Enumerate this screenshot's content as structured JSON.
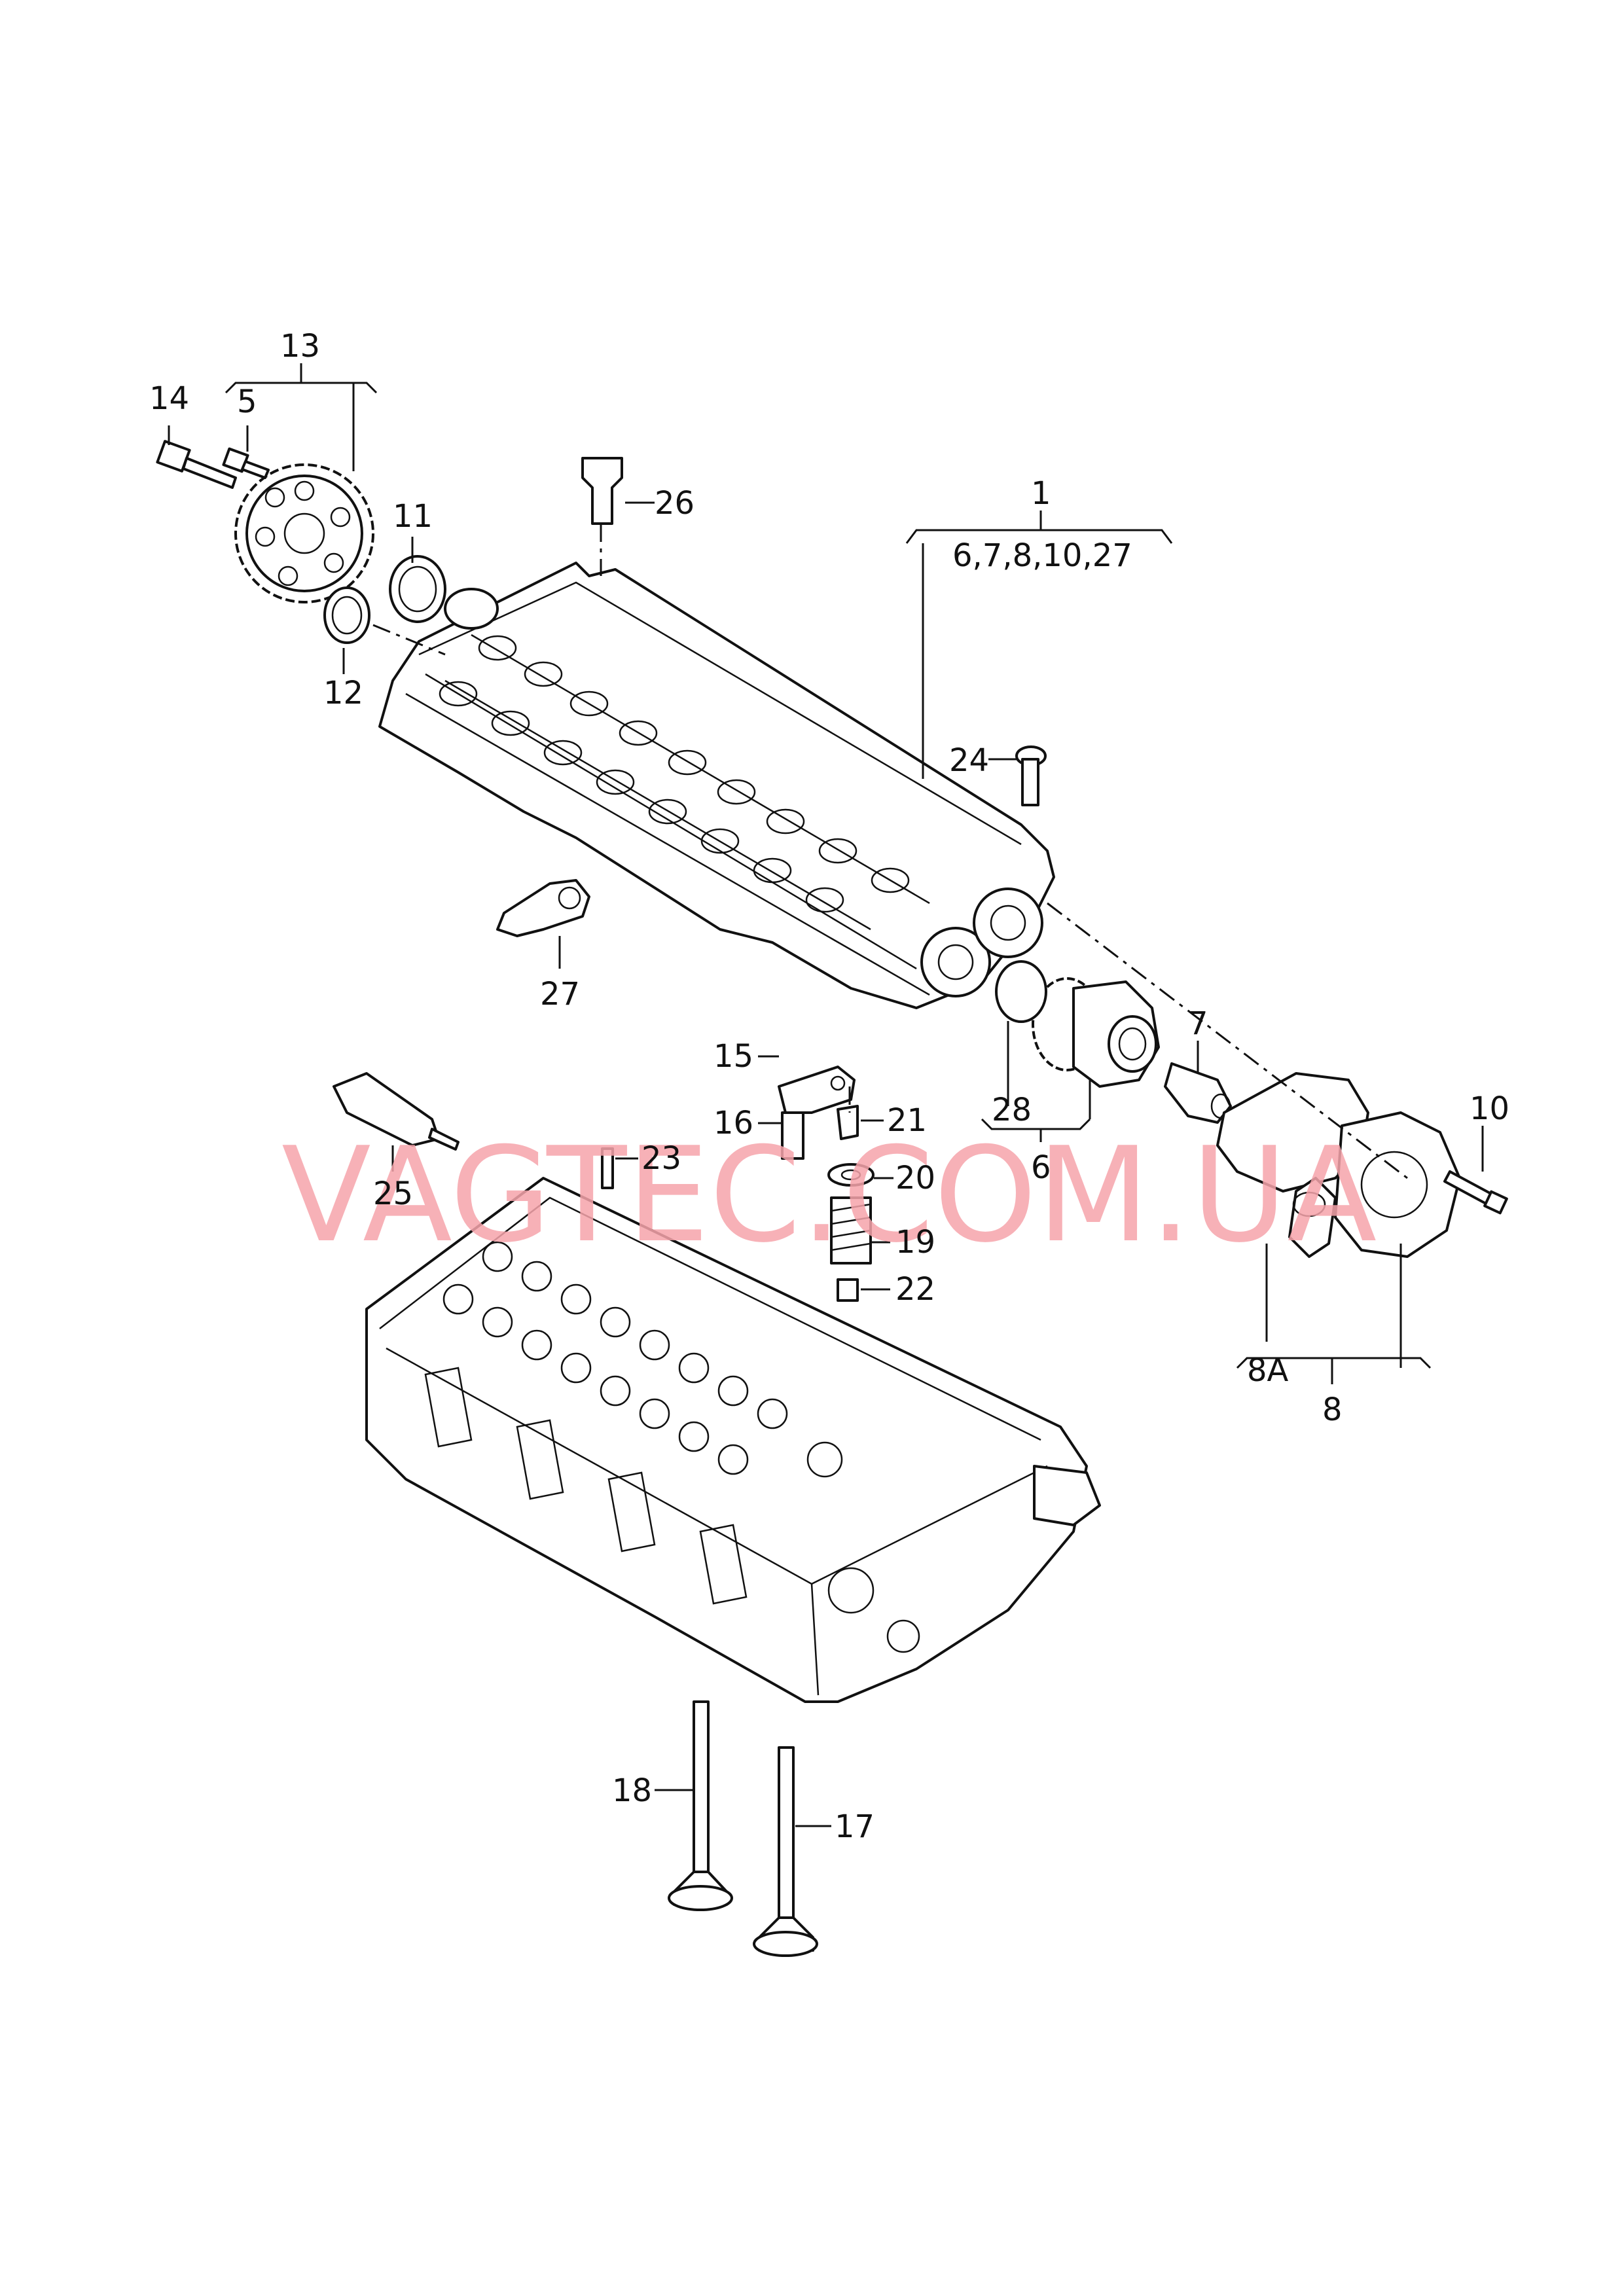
{
  "watermark": "VAGTEC.COM.UA",
  "callouts": {
    "c1": "1",
    "c1_sub": "6,7,8,10,27",
    "c5": "5",
    "c6": "6",
    "c7": "7",
    "c8": "8",
    "c8a": "8A",
    "c10": "10",
    "c11": "11",
    "c12": "12",
    "c13": "13",
    "c14": "14",
    "c15": "15",
    "c16": "16",
    "c17": "17",
    "c18": "18",
    "c19": "19",
    "c20": "20",
    "c21": "21",
    "c22": "22",
    "c23": "23",
    "c24": "24",
    "c25": "25",
    "c26": "26",
    "c27": "27",
    "c28": "28"
  }
}
